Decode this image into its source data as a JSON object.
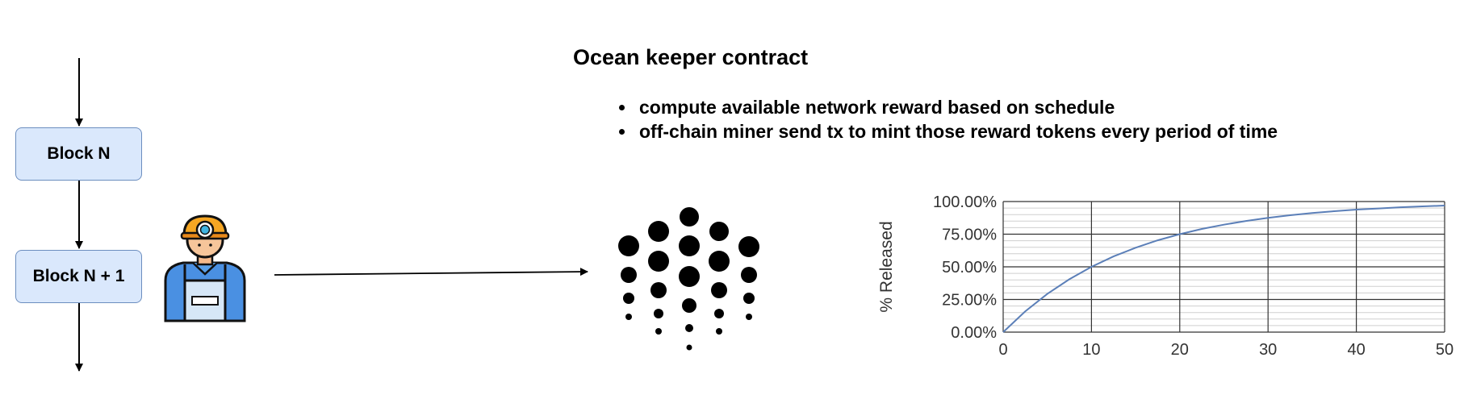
{
  "flow": {
    "blocks": [
      "Block N",
      "Block N + 1"
    ]
  },
  "contract": {
    "title": "Ocean keeper contract",
    "bullets": [
      "compute available network reward based on schedule",
      "off-chain miner send tx to mint those reward tokens every period of time"
    ]
  },
  "icons": [
    "miner-icon",
    "ocean-protocol-logo-icon"
  ],
  "colors": {
    "block_fill": "#dae8fc",
    "block_border": "#6c8ebf",
    "curve": "#5b7fb8"
  },
  "chart_data": {
    "type": "line",
    "title": "",
    "xlabel": "",
    "ylabel": "% Released",
    "xlim": [
      0,
      50
    ],
    "ylim": [
      0,
      100
    ],
    "x_ticks": [
      "0",
      "10",
      "20",
      "30",
      "40",
      "50"
    ],
    "y_ticks": [
      "0.00%",
      "25.00%",
      "50.00%",
      "75.00%",
      "100.00%"
    ],
    "grid": true,
    "series": [
      {
        "x": [
          0,
          2.5,
          5,
          7.5,
          10,
          12.5,
          15,
          17.5,
          20,
          22.5,
          25,
          27.5,
          30,
          32.5,
          35,
          37.5,
          40,
          42.5,
          45,
          47.5,
          50
        ],
        "y": [
          0,
          15.9,
          29.3,
          40.5,
          50.0,
          58.0,
          64.6,
          70.3,
          75.0,
          79.0,
          82.3,
          85.1,
          87.5,
          89.5,
          91.2,
          92.6,
          93.8,
          94.7,
          95.6,
          96.3,
          96.9
        ]
      }
    ]
  }
}
